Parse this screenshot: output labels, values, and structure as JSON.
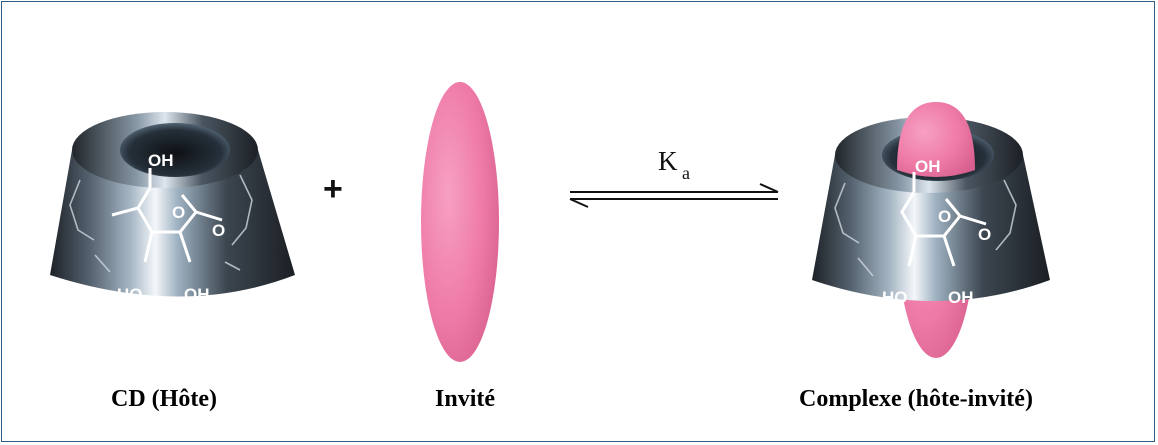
{
  "labels": {
    "host": "CD (Hôte)",
    "guest": "Invité",
    "complex": "Complexe (hôte-invité)",
    "plus": "+",
    "equilibrium_constant": "K",
    "equilibrium_subscript": "a"
  },
  "molecule_text": {
    "oh": "OH",
    "ho": "HO",
    "o": "O"
  },
  "colors": {
    "frame": "#2f5f86",
    "guest": "#ef7aa6",
    "cone_dark": "#1d2126",
    "cone_light": "#b9c8d6"
  }
}
